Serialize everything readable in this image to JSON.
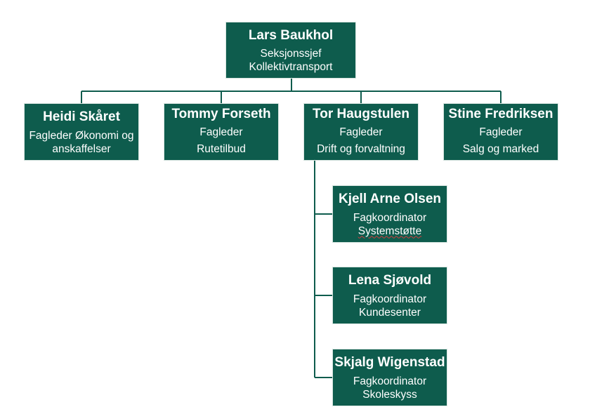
{
  "colors": {
    "box_fill": "#0e5c4d",
    "connector": "#0e5c4d",
    "text": "#ffffff"
  },
  "root": {
    "name": "Lars Baukhol",
    "title_line1": "Seksjonssjef",
    "title_line2": "Kollektivtransport"
  },
  "level1": [
    {
      "name": "Heidi Skåret",
      "title_line1": "Fagleder Økonomi og",
      "title_line2": "anskaffelser"
    },
    {
      "name": "Tommy Forseth",
      "title_line1": "Fagleder",
      "title_line2": "Rutetilbud"
    },
    {
      "name": "Tor Haugstulen",
      "title_line1": "Fagleder",
      "title_line2": "Drift og forvaltning"
    },
    {
      "name": "Stine Fredriksen",
      "title_line1": "Fagleder",
      "title_line2": "Salg og marked"
    }
  ],
  "level2": [
    {
      "name": "Kjell Arne Olsen",
      "title_line1": "Fagkoordinator",
      "title_line2": "Systemstøtte"
    },
    {
      "name": "Lena Sjøvold",
      "title_line1": "Fagkoordinator",
      "title_line2": "Kundesenter"
    },
    {
      "name": "Skjalg Wigenstad",
      "title_line1": "Fagkoordinator",
      "title_line2": "Skoleskyss"
    }
  ]
}
